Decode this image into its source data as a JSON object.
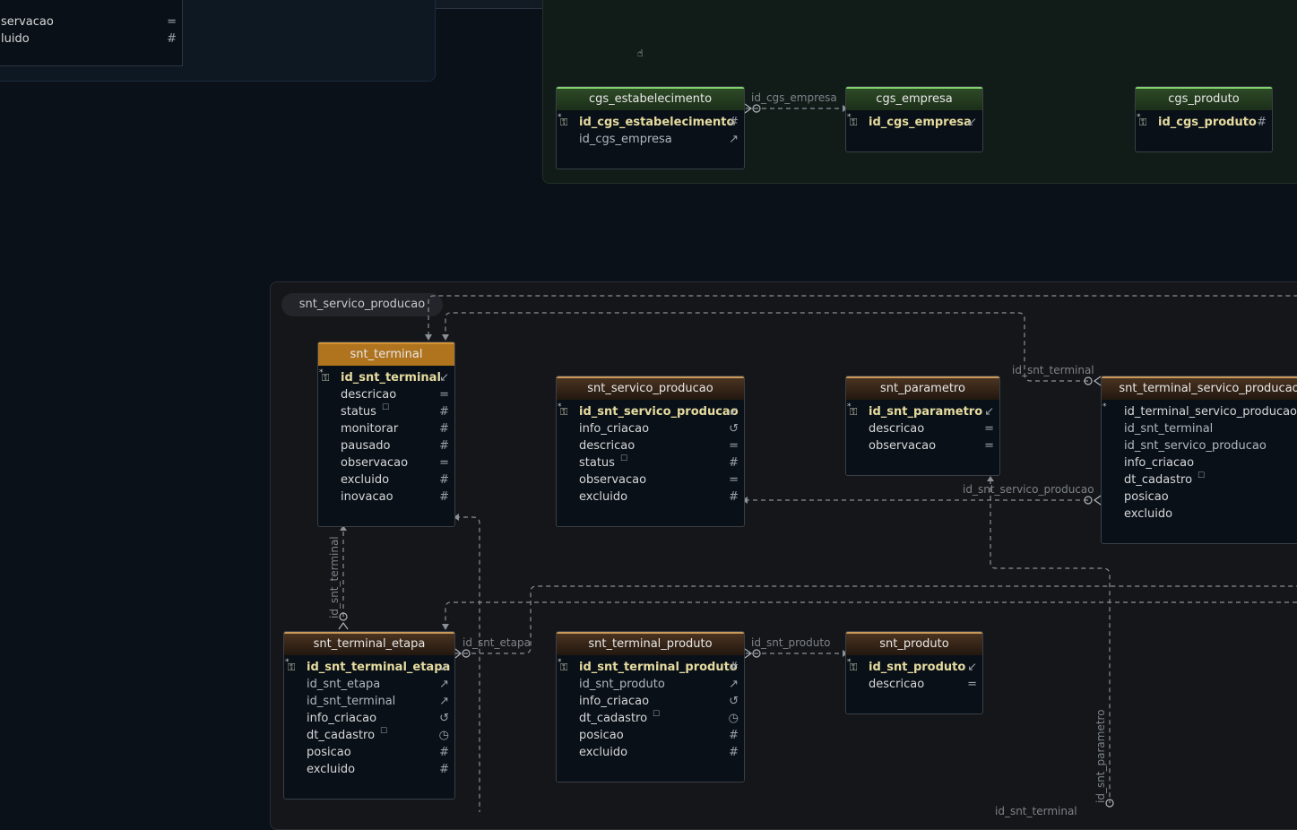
{
  "groups": {
    "servico_producao_label": "snt_servico_producao"
  },
  "partial_table": {
    "rows": [
      {
        "name": "servacao",
        "type": "="
      },
      {
        "name": "luido",
        "type": "#"
      }
    ]
  },
  "tables": {
    "cgs_estabelecimento": {
      "title": "cgs_estabelecimento",
      "rows": [
        {
          "name": "id_cgs_estabelecimento",
          "type": "#"
        },
        {
          "name": "id_cgs_empresa",
          "type": "↗"
        }
      ]
    },
    "cgs_empresa": {
      "title": "cgs_empresa",
      "rows": [
        {
          "name": "id_cgs_empresa",
          "type": "↙"
        }
      ]
    },
    "cgs_produto": {
      "title": "cgs_produto",
      "rows": [
        {
          "name": "id_cgs_produto",
          "type": "#"
        }
      ]
    },
    "snt_terminal": {
      "title": "snt_terminal",
      "rows": [
        {
          "name": "id_snt_terminal",
          "type": "↙"
        },
        {
          "name": "descricao",
          "type": "="
        },
        {
          "name": "status",
          "type": "#"
        },
        {
          "name": "monitorar",
          "type": "#"
        },
        {
          "name": "pausado",
          "type": "#"
        },
        {
          "name": "observacao",
          "type": "="
        },
        {
          "name": "excluido",
          "type": "#"
        },
        {
          "name": "inovacao",
          "type": "#"
        }
      ]
    },
    "snt_servico_producao": {
      "title": "snt_servico_producao",
      "rows": [
        {
          "name": "id_snt_servico_producao",
          "type": "↙"
        },
        {
          "name": "info_criacao",
          "type": "↺"
        },
        {
          "name": "descricao",
          "type": "="
        },
        {
          "name": "status",
          "type": "#"
        },
        {
          "name": "observacao",
          "type": "="
        },
        {
          "name": "excluido",
          "type": "#"
        }
      ]
    },
    "snt_parametro": {
      "title": "snt_parametro",
      "rows": [
        {
          "name": "id_snt_parametro",
          "type": "↙"
        },
        {
          "name": "descricao",
          "type": "="
        },
        {
          "name": "observacao",
          "type": "="
        }
      ]
    },
    "snt_terminal_servico_producao": {
      "title": "snt_terminal_servico_producao",
      "rows": [
        {
          "name": "id_terminal_servico_producao",
          "type": ""
        },
        {
          "name": "id_snt_terminal",
          "type": ""
        },
        {
          "name": "id_snt_servico_producao",
          "type": ""
        },
        {
          "name": "info_criacao",
          "type": ""
        },
        {
          "name": "dt_cadastro",
          "type": ""
        },
        {
          "name": "posicao",
          "type": ""
        },
        {
          "name": "excluido",
          "type": ""
        }
      ]
    },
    "snt_terminal_etapa": {
      "title": "snt_terminal_etapa",
      "rows": [
        {
          "name": "id_snt_terminal_etapa",
          "type": "↙"
        },
        {
          "name": "id_snt_etapa",
          "type": "↗"
        },
        {
          "name": "id_snt_terminal",
          "type": "↗"
        },
        {
          "name": "info_criacao",
          "type": "↺"
        },
        {
          "name": "dt_cadastro",
          "type": "◷"
        },
        {
          "name": "posicao",
          "type": "#"
        },
        {
          "name": "excluido",
          "type": "#"
        }
      ]
    },
    "snt_terminal_produto": {
      "title": "snt_terminal_produto",
      "rows": [
        {
          "name": "id_snt_terminal_produto",
          "type": "#"
        },
        {
          "name": "id_snt_produto",
          "type": "↗"
        },
        {
          "name": "info_criacao",
          "type": "↺"
        },
        {
          "name": "dt_cadastro",
          "type": "◷"
        },
        {
          "name": "posicao",
          "type": "#"
        },
        {
          "name": "excluido",
          "type": "#"
        }
      ]
    },
    "snt_produto": {
      "title": "snt_produto",
      "rows": [
        {
          "name": "id_snt_produto",
          "type": "↙"
        },
        {
          "name": "descricao",
          "type": "="
        }
      ]
    }
  },
  "relations": {
    "cgs_empresa": "id_cgs_empresa",
    "terminal_servico": "id_snt_terminal",
    "servico_producao": "id_snt_servico_producao",
    "terminal_etapa_v": "id_snt_terminal",
    "etapa": "id_snt_etapa",
    "produto": "id_snt_produto",
    "parametro_v": "id_snt_parametro",
    "bottom_terminal": "id_snt_terminal"
  }
}
